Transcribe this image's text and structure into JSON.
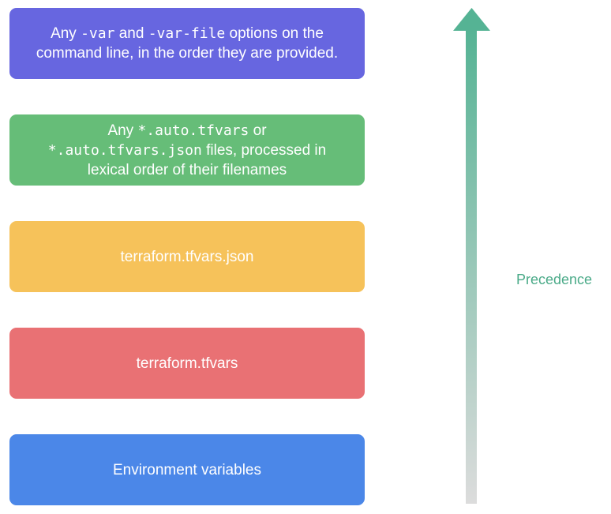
{
  "boxes": [
    {
      "id": "box-1",
      "color": "#6766e0",
      "line1_pre": "Any ",
      "line1_code1": "-var",
      "line1_mid": " and ",
      "line1_code2": "-var-file",
      "line1_post": " options on the",
      "line2": "command line, in the order they are provided."
    },
    {
      "id": "box-2",
      "color": "#66bd78",
      "line1_pre": "Any ",
      "line1_code": "*.auto.tfvars",
      "line1_post": " or",
      "line2_code": "*.auto.tfvars.json",
      "line2_post": " files, processed in",
      "line3": "lexical order of their filenames"
    },
    {
      "id": "box-3",
      "color": "#f6c25a",
      "text": "terraform.tfvars.json"
    },
    {
      "id": "box-4",
      "color": "#e97174",
      "text": "terraform.tfvars"
    },
    {
      "id": "box-5",
      "color": "#4b87e8",
      "text": "Environment variables"
    }
  ],
  "arrow": {
    "label": "Precedence",
    "color_top": "#55b394",
    "color_bottom": "#dcdcdc"
  }
}
